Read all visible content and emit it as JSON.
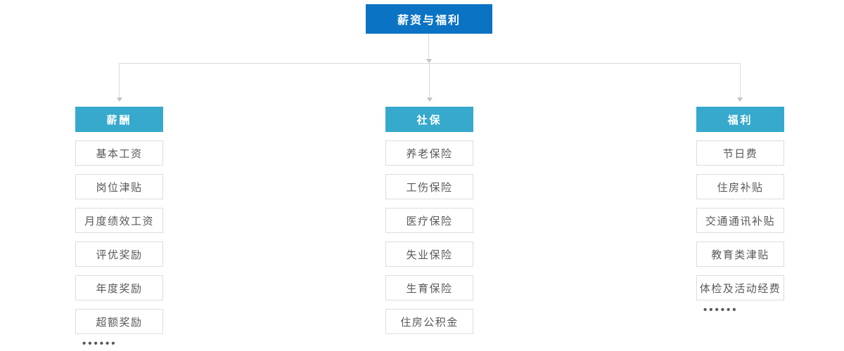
{
  "diagram": {
    "root": {
      "label": "薪资与福利"
    },
    "columns": [
      {
        "header": "薪酬",
        "items": [
          "基本工资",
          "岗位津贴",
          "月度绩效工资",
          "评优奖励",
          "年度奖励",
          "超额奖励"
        ],
        "dots": "••••••"
      },
      {
        "header": "社保",
        "items": [
          "养老保险",
          "工伤保险",
          "医疗保险",
          "失业保险",
          "生育保险",
          "住房公积金"
        ],
        "dots": ""
      },
      {
        "header": "福利",
        "items": [
          "节日费",
          "住房补贴",
          "交通通讯补贴",
          "教育类津贴",
          "体检及活动经费"
        ],
        "dots": "••••••"
      }
    ],
    "colors": {
      "root_bg": "#0a73c4",
      "root_text": "#ffffff",
      "header_bg": "#36a9cd",
      "line": "#d9d9d9",
      "arrow": "#c2c2c2",
      "item_border": "#dcdcdc",
      "item_text": "#595959"
    }
  }
}
